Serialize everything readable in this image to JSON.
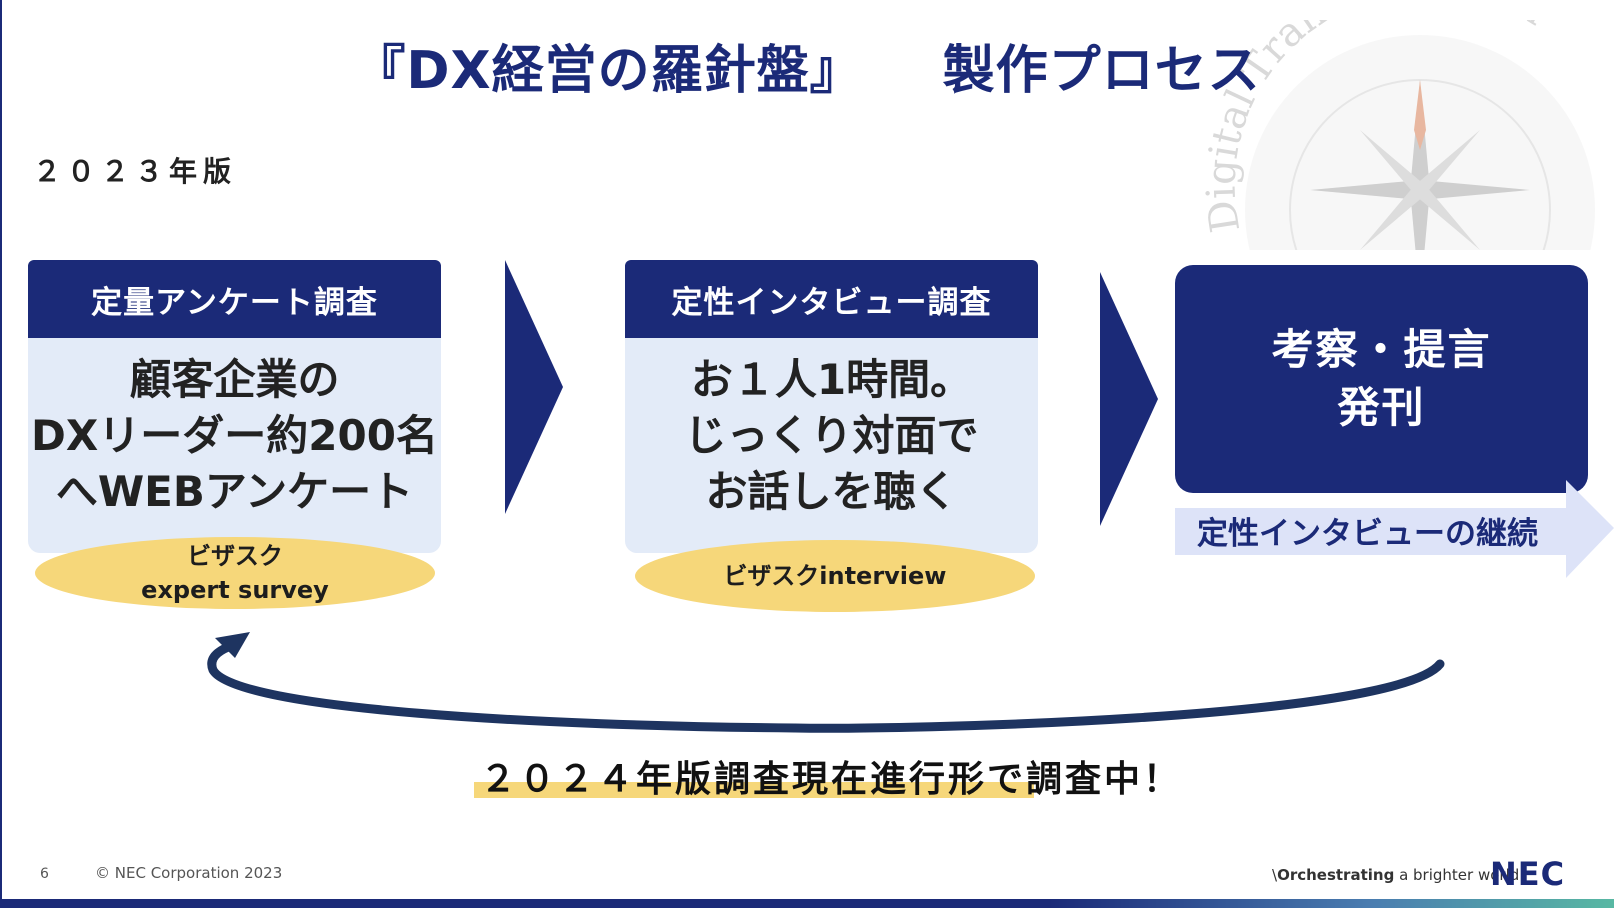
{
  "title": {
    "left": "『DX経営の羅針盤』",
    "right": "製作プロセス"
  },
  "edition": "２０２３年版",
  "steps": [
    {
      "header": "定量アンケート調査",
      "lines": [
        "顧客企業の",
        "DXリーダー約200名",
        "へWEBアンケート"
      ],
      "tag_lines": [
        "ビザスク",
        "expert survey"
      ]
    },
    {
      "header": "定性インタビュー調査",
      "lines": [
        "お１人1時間。",
        "じっくり対面で",
        "お話しを聴く"
      ],
      "tag_lines": [
        "ビザスクinterview"
      ]
    }
  ],
  "result": {
    "lines": [
      "考察・提言",
      "発刊"
    ]
  },
  "continuation": "定性インタビューの継続",
  "bottom_message": "２０２４年版調査現在進行形で調査中！",
  "footer": {
    "page_number": "6",
    "copyright": "© NEC Corporation 2023",
    "tagline_bold": "Orchestrating",
    "tagline_rest": " a brighter world",
    "logo": "NEC"
  },
  "watermark_text": "Digital Transformation",
  "colors": {
    "navy": "#1b2a78",
    "light_blue": "#e3ebf8",
    "yellow": "#f6d77a",
    "arrow_light": "#dde3f8"
  }
}
